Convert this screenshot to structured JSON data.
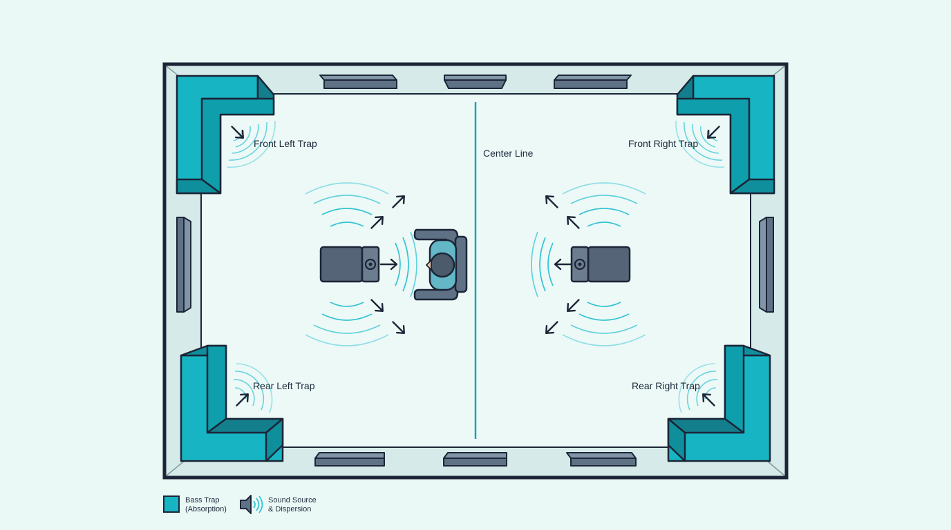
{
  "labels": {
    "center_line": "Center Line",
    "front_left_trap": "Front Left Trap",
    "front_right_trap": "Front Right Trap",
    "rear_left_trap": "Rear Left Trap",
    "rear_right_trap": "Rear Right Trap"
  },
  "legend": {
    "bass_trap_line1": "Bass Trap",
    "bass_trap_line2": "(Absorption)",
    "sound_source_line1": "Sound Source",
    "sound_source_line2": "& Dispersion"
  },
  "colors": {
    "background": "#eaf8f6",
    "room_border": "#1c2537",
    "wall_band": "#d6ebe9",
    "floor": "#ecf9f7",
    "trap_teal": "#17b5c4",
    "trap_dark": "#137f8c",
    "panel_gray": "#5f7185",
    "speaker": "#556577",
    "wave": "#33c3d3",
    "arrow": "#1c2537"
  },
  "icons": [
    "bass-trap-icon",
    "speaker-icon",
    "listener-icon",
    "arrow-icon"
  ]
}
